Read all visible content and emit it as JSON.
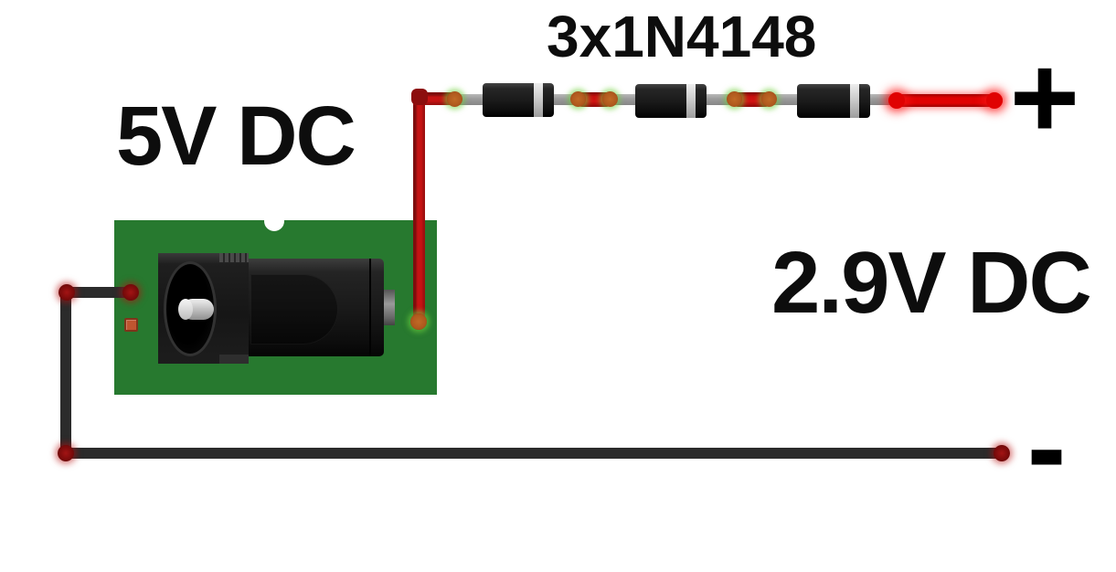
{
  "labels": {
    "diode_chain_title": "3x1N4148",
    "input_voltage": "5V DC",
    "output_voltage": "2.9V DC",
    "positive_terminal": "+",
    "negative_terminal": "-"
  },
  "components": {
    "power_input": "dc-barrel-jack-on-pcb",
    "diode_part": "1N4148",
    "diode_count": 3
  },
  "colors": {
    "pcb_green": "#27792f",
    "black_wire": "#2b2b2b",
    "red_wire": "#c51313",
    "red_bright": "#e00202",
    "dark_red_pad": "#7c0b0b",
    "orange_pad": "#b05a1e",
    "lead_gray": "#9a9a9a",
    "diode_body": "#1a1a1a",
    "diode_band": "#c9c9c9",
    "smd_orange": "#bf5530"
  }
}
